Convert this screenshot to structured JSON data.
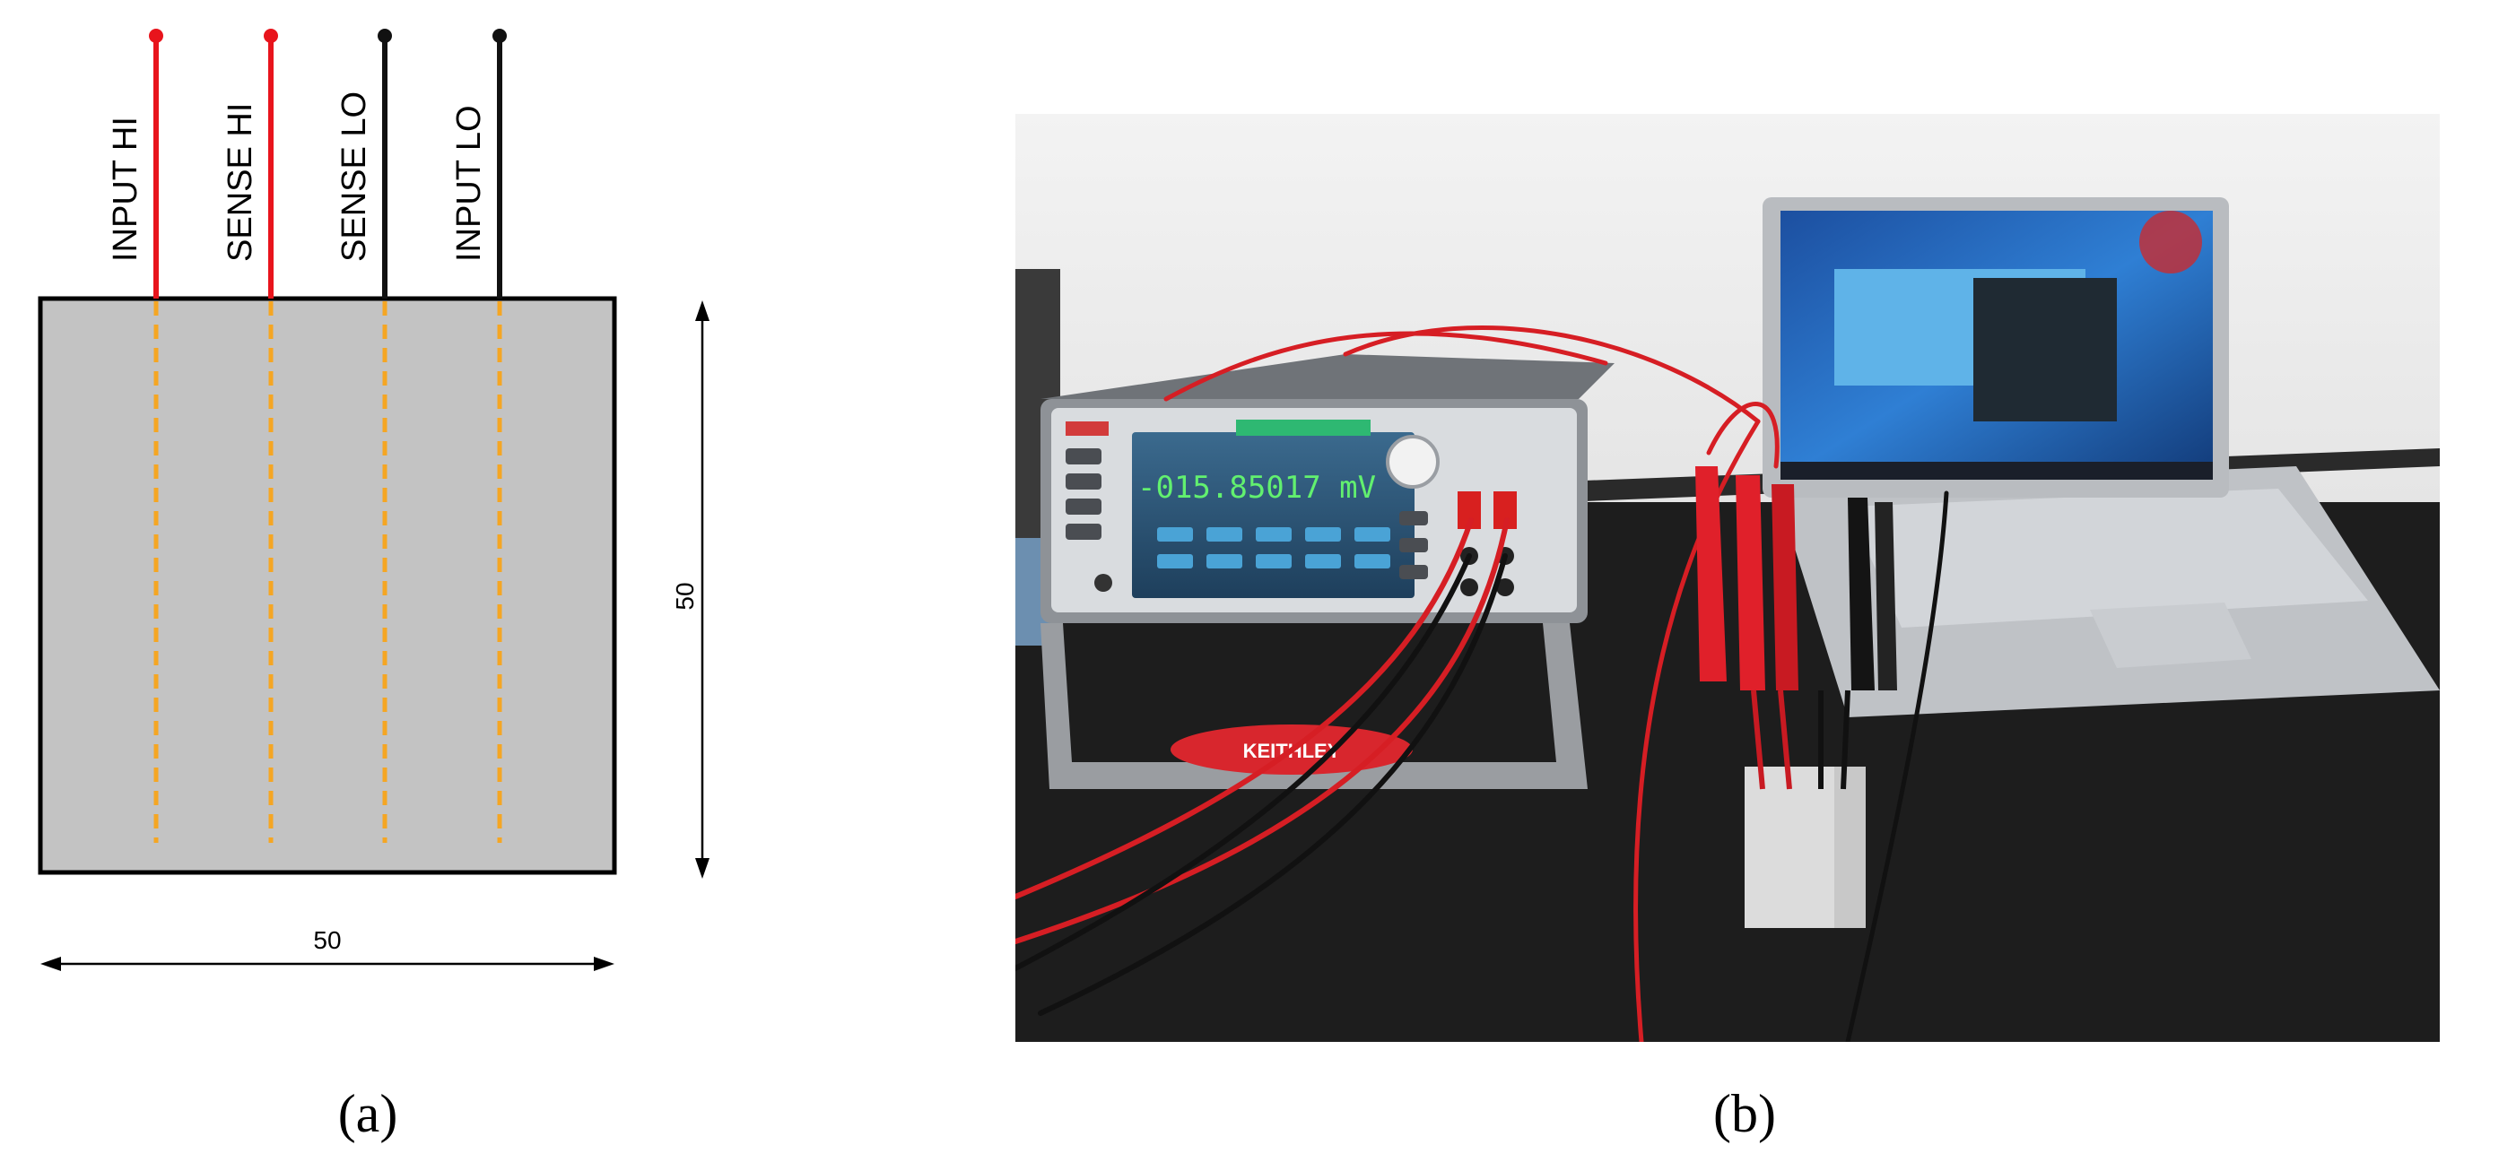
{
  "panel_a": {
    "caption": "(a)",
    "terminals": [
      {
        "label": "INPUT HI",
        "color": "#e8141c"
      },
      {
        "label": "SENSE HI",
        "color": "#e8141c"
      },
      {
        "label": "SENSE LO",
        "color": "#111111"
      },
      {
        "label": "INPUT LO",
        "color": "#111111"
      }
    ],
    "specimen_color": "#c3c3c3",
    "electrode_color": "#f5a623",
    "width_label": "50",
    "height_label": "50"
  },
  "panel_b": {
    "caption": "(b)",
    "meter_brand_tag": "KEITHLEY",
    "meter_reading": "-015.85017 mV",
    "background_colors": {
      "wall": "#eeeeee",
      "desk": "#1d1d1d"
    }
  }
}
